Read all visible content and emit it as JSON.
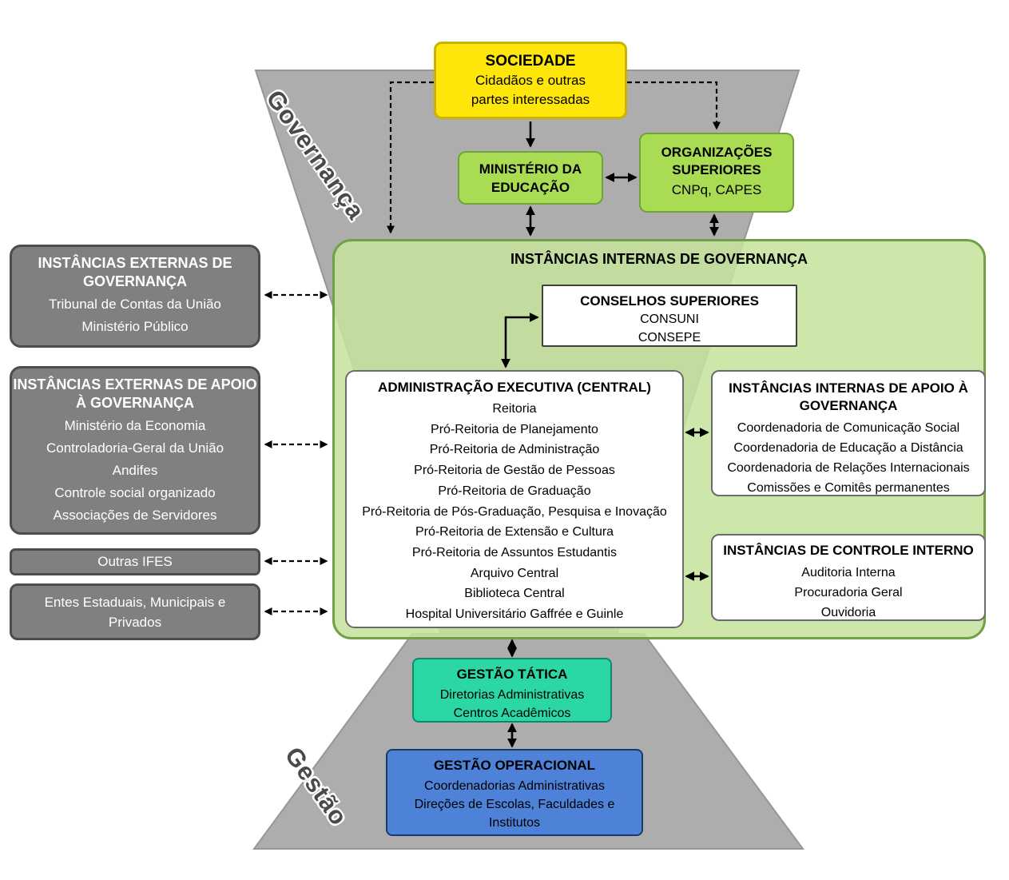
{
  "background": {
    "governance_label": "Governança",
    "management_label": "Gestão"
  },
  "sociedade": {
    "title": "SOCIEDADE",
    "lines": [
      "Cidadãos e outras",
      "partes interessadas"
    ]
  },
  "ministerio": {
    "title": "MINISTÉRIO DA EDUCAÇÃO"
  },
  "organizacoes": {
    "title": "ORGANIZAÇÕES SUPERIORES",
    "subtitle": "CNPq, CAPES"
  },
  "instancias_internas": {
    "title": "INSTÂNCIAS INTERNAS DE GOVERNANÇA",
    "conselhos": {
      "title": "CONSELHOS SUPERIORES",
      "items": [
        "CONSUNI",
        "CONSEPE"
      ]
    },
    "admin_executiva": {
      "title": "ADMINISTRAÇÃO EXECUTIVA (CENTRAL)",
      "items": [
        "Reitoria",
        "Pró-Reitoria de Planejamento",
        "Pró-Reitoria de Administração",
        "Pró-Reitoria de Gestão de Pessoas",
        "Pró-Reitoria de Graduação",
        "Pró-Reitoria de Pós-Graduação, Pesquisa e Inovação",
        "Pró-Reitoria de Extensão e Cultura",
        "Pró-Reitoria de Assuntos Estudantis",
        "Arquivo Central",
        "Biblioteca Central",
        "Hospital Universitário Gaffrée e Guinle"
      ]
    },
    "apoio": {
      "title": "INSTÂNCIAS INTERNAS DE APOIO À GOVERNANÇA",
      "items": [
        "Coordenadoria de Comunicação Social",
        "Coordenadoria de Educação a Distância",
        "Coordenadoria de Relações Internacionais",
        "Comissões e Comitês permanentes"
      ]
    },
    "controle": {
      "title": "INSTÂNCIAS DE CONTROLE INTERNO",
      "items": [
        "Auditoria Interna",
        "Procuradoria Geral",
        "Ouvidoria"
      ]
    }
  },
  "externas_governanca": {
    "title": "INSTÂNCIAS EXTERNAS DE GOVERNANÇA",
    "items": [
      "Tribunal de Contas da União",
      "Ministério Público"
    ]
  },
  "externas_apoio": {
    "title": "INSTÂNCIAS EXTERNAS DE APOIO À GOVERNANÇA",
    "items": [
      "Ministério da Economia",
      "Controladoria-Geral da União",
      "Andifes",
      "Controle social organizado",
      "Associações de Servidores"
    ]
  },
  "outras_ifes": {
    "title": "Outras IFES"
  },
  "entes": {
    "title": "Entes Estaduais, Municipais e Privados"
  },
  "gestao_tatica": {
    "title": "GESTÃO TÁTICA",
    "items": [
      "Diretorias Administrativas",
      "Centros Acadêmicos"
    ]
  },
  "gestao_operacional": {
    "title": "GESTÃO OPERACIONAL",
    "items": [
      "Coordenadorias Administrativas",
      "Direções de Escolas, Faculdades e Institutos"
    ]
  },
  "colors": {
    "yellow-bg": "#FFE60A",
    "yellow-border": "#C9B400",
    "lime-bg": "#A9DC52",
    "lime-border": "#70A33C",
    "container-bg": "#C6E49EDE",
    "container-border": "#71A046",
    "white-box-border": "#6B6B6B",
    "gray-bg": "#808080",
    "gray-border": "#4D4D4D",
    "teal-bg": "#2BD8A5",
    "teal-border": "#0F8A69",
    "blue-bg": "#4E82D8",
    "blue-border": "#1B3B66",
    "trapezoid-fill": "#ADADAD",
    "trapezoid-stroke": "#979797",
    "arrow-color": "#000000",
    "label-color": "#4A4A4A"
  }
}
